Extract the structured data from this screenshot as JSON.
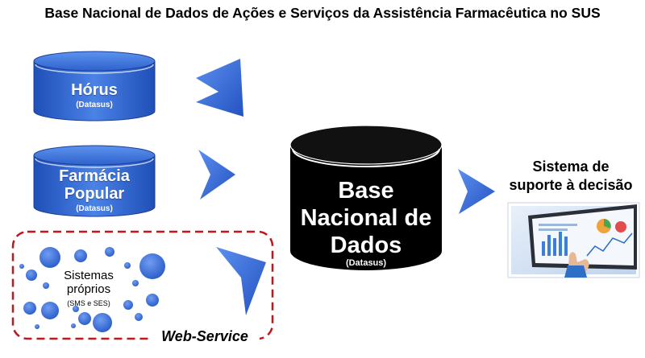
{
  "title": "Base Nacional de Dados de Ações e Serviços da Assistência Farmacêutica no SUS",
  "sources": [
    {
      "name": "Hórus",
      "sub": "(Datasus)"
    },
    {
      "name_line1": "Farmácia",
      "name_line2": "Popular",
      "sub": "(Datasus)"
    }
  ],
  "own_systems": {
    "line1": "Sistemas",
    "line2": "próprios",
    "sub": "(SMS e SES)",
    "connector": "Web-Service"
  },
  "central": {
    "line1": "Base",
    "line2": "Nacional de",
    "line3": "Dados",
    "sub": "(Datasus)"
  },
  "output": {
    "line1": "Sistema de",
    "line2": "suporte à decisão"
  },
  "colors": {
    "blue": "#3a6fd8",
    "dark_blue": "#1f4aa8",
    "black": "#000000",
    "dash_red": "#c0161c"
  }
}
